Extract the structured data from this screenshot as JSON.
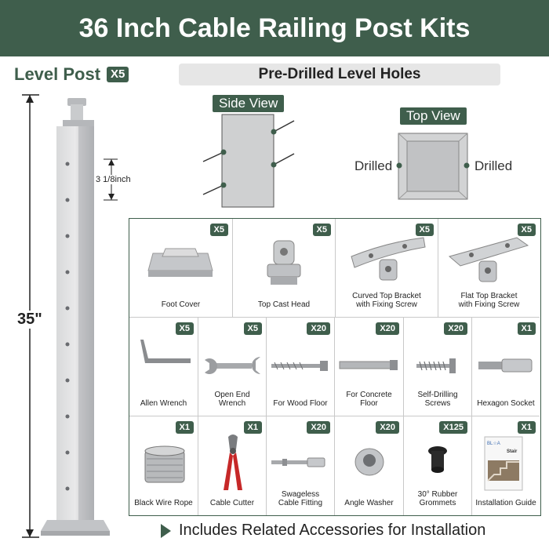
{
  "title": "36 Inch Cable Railing Post Kits",
  "level_post": {
    "label": "Level Post",
    "qty": "X5",
    "spacing": "3 1/8inch",
    "height": "35\""
  },
  "drill_section": {
    "title": "Pre-Drilled Level Holes",
    "side_view": "Side View",
    "top_view": "Top View",
    "drilled_left": "Drilled",
    "drilled_right": "Drilled"
  },
  "parts": [
    {
      "label": "Foot Cover",
      "qty": "X5",
      "icon": "foot-cover-icon"
    },
    {
      "label": "Top Cast Head",
      "qty": "X5",
      "icon": "top-cast-head-icon"
    },
    {
      "label": "Curved Top Bracket\nwith Fixing Screw",
      "qty": "X5",
      "icon": "curved-bracket-icon"
    },
    {
      "label": "Flat Top Bracket\nwith Fixing Screw",
      "qty": "X5",
      "icon": "flat-bracket-icon"
    },
    {
      "label": "Allen Wrench",
      "qty": "X5",
      "icon": "allen-wrench-icon"
    },
    {
      "label": "Open End\nWrench",
      "qty": "X5",
      "icon": "open-end-wrench-icon"
    },
    {
      "label": "For Wood Floor",
      "qty": "X20",
      "icon": "wood-screw-icon"
    },
    {
      "label": "For Concrete\nFloor",
      "qty": "X20",
      "icon": "concrete-anchor-icon"
    },
    {
      "label": "Self-Drilling\nScrews",
      "qty": "X20",
      "icon": "self-drilling-screw-icon"
    },
    {
      "label": "Hexagon Socket",
      "qty": "X1",
      "icon": "hexagon-socket-icon"
    },
    {
      "label": "Black Wire Rope",
      "qty": "X1",
      "icon": "wire-rope-icon"
    },
    {
      "label": "Cable Cutter",
      "qty": "X1",
      "icon": "cable-cutter-icon"
    },
    {
      "label": "Swageless\nCable Fitting",
      "qty": "X20",
      "icon": "cable-fitting-icon"
    },
    {
      "label": "Angle Washer",
      "qty": "X20",
      "icon": "angle-washer-icon"
    },
    {
      "label": "30° Rubber\nGrommets",
      "qty": "X125",
      "icon": "grommet-icon"
    },
    {
      "label": "Installation Guide",
      "qty": "X1",
      "icon": "guide-icon",
      "guide_brand": "BL☆A",
      "guide_heading": "Stair"
    }
  ],
  "footer": "Includes Related Accessories for Installation",
  "colors": {
    "brand": "#3f5e4c",
    "metal": "#c9cbcd"
  }
}
